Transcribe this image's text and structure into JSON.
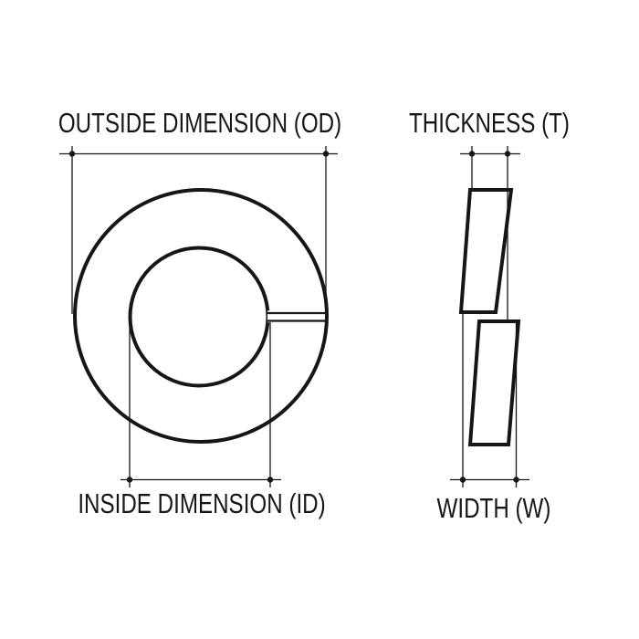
{
  "diagram": {
    "type": "technical-dimension-diagram",
    "subject": "split lock washer front and side views with dimension callouts",
    "labels": {
      "outside_dimension": "OUTSIDE DIMENSION (OD)",
      "thickness": "THICKNESS (T)",
      "inside_dimension": "INSIDE DIMENSION (ID)",
      "width": "WIDTH (W)"
    },
    "colors": {
      "line": "#161616",
      "background": "#ffffff"
    }
  }
}
